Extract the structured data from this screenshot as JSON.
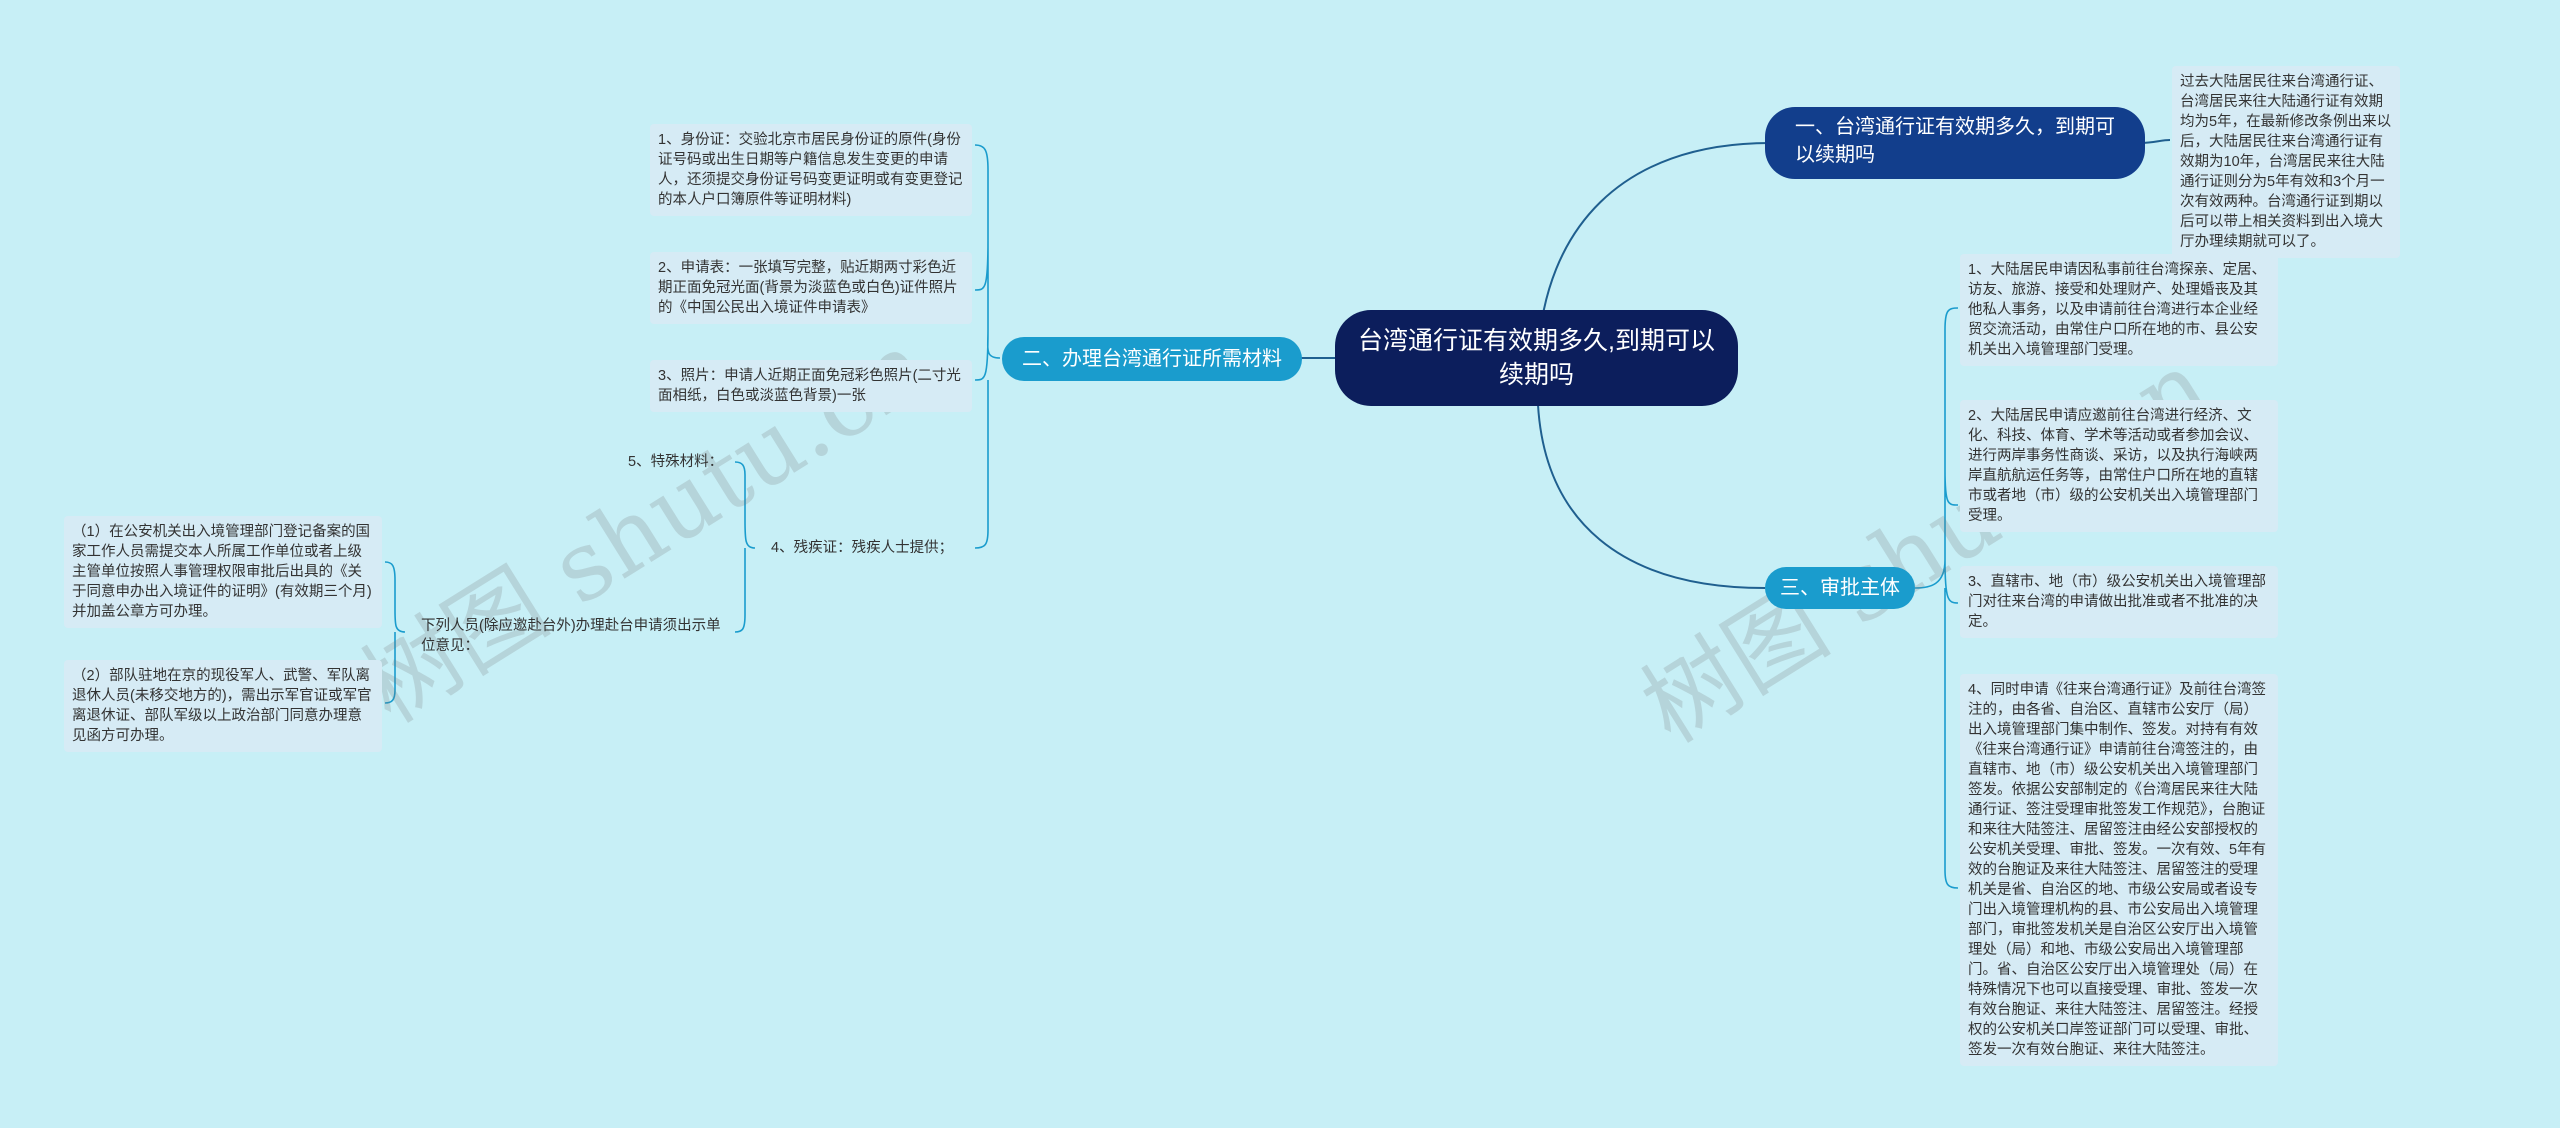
{
  "root": {
    "label": "台湾通行证有效期多久,到期可以续期吗"
  },
  "branch1": {
    "label": "一、台湾通行证有效期多久，到期可以续期吗",
    "detail": "过去大陆居民往来台湾通行证、台湾居民来往大陆通行证有效期均为5年，在最新修改条例出来以后，大陆居民往来台湾通行证有效期为10年，台湾居民来往大陆通行证则分为5年有效和3个月一次有效两种。台湾通行证到期以后可以带上相关资料到出入境大厅办理续期就可以了。"
  },
  "branch2": {
    "label": "二、办理台湾通行证所需材料",
    "items": [
      "1、身份证：交验北京市居民身份证的原件(身份证号码或出生日期等户籍信息发生变更的申请人，还须提交身份证号码变更证明或有变更登记的本人户口簿原件等证明材料)",
      "2、申请表：一张填写完整，贴近期两寸彩色近期正面免冠光面(背景为淡蓝色或白色)证件照片的《中国公民出入境证件申请表》",
      "3、照片：申请人近期正面免冠彩色照片(二寸光面相纸，白色或淡蓝色背景)一张"
    ],
    "special": "5、特殊材料：",
    "disability": "4、残疾证：残疾人士提供；",
    "invite": "下列人员(除应邀赴台外)办理赴台申请须出示单位意见：",
    "sub_items": [
      "（1）在公安机关出入境管理部门登记备案的国家工作人员需提交本人所属工作单位或者上级主管单位按照人事管理权限审批后出具的《关于同意申办出入境证件的证明》(有效期三个月)并加盖公章方可办理。",
      "（2）部队驻地在京的现役军人、武警、军队离退休人员(未移交地方的)，需出示军官证或军官离退休证、部队军级以上政治部门同意办理意见函方可办理。"
    ]
  },
  "branch3": {
    "label": "三、审批主体",
    "items": [
      "1、大陆居民申请因私事前往台湾探亲、定居、访友、旅游、接受和处理财产、处理婚丧及其他私人事务，以及申请前往台湾进行本企业经贸交流活动，由常住户口所在地的市、县公安机关出入境管理部门受理。",
      "2、大陆居民申请应邀前往台湾进行经济、文化、科技、体育、学术等活动或者参加会议、进行两岸事务性商谈、采访，以及执行海峡两岸直航航运任务等，由常住户口所在地的直辖市或者地（市）级的公安机关出入境管理部门受理。",
      "3、直辖市、地（市）级公安机关出入境管理部门对往来台湾的申请做出批准或者不批准的决定。",
      "4、同时申请《往来台湾通行证》及前往台湾签注的，由各省、自治区、直辖市公安厅（局）出入境管理部门集中制作、签发。对持有有效《往来台湾通行证》申请前往台湾签注的，由直辖市、地（市）级公安机关出入境管理部门签发。依据公安部制定的《台湾居民来往大陆通行证、签注受理审批签发工作规范》，台胞证和来往大陆签注、居留签注由经公安部授权的公安机关受理、审批、签发。一次有效、5年有效的台胞证及来往大陆签注、居留签注的受理机关是省、自治区的地、市级公安局或者设专门出入境管理机构的县、市公安局出入境管理部门，审批签发机关是自治区公安厅出入境管理处（局）和地、市级公安局出入境管理部门。省、自治区公安厅出入境管理处（局）在特殊情况下也可以直接受理、审批、签发一次有效台胞证、来往大陆签注、居留签注。经授权的公安机关口岸签证部门可以受理、审批、签发一次有效台胞证、来往大陆签注。"
    ]
  },
  "watermarks": [
    "树图 shutu.cn",
    "树图 shutu.cn"
  ],
  "colors": {
    "background": "#c7eff6",
    "root": "#0c1e5c",
    "branch_dark": "#123e8c",
    "branch_light": "#1a9ccd",
    "line": "#1f5f8f",
    "leaf": "#d6ebf5"
  }
}
